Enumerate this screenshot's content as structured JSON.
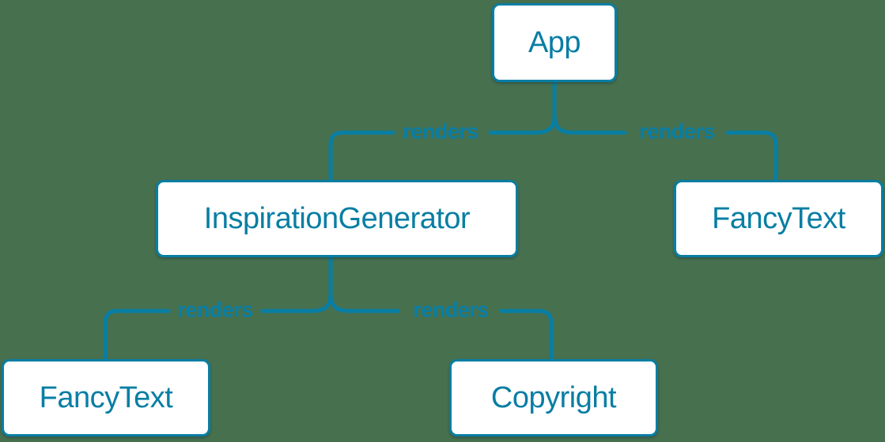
{
  "canvas": {
    "background_color": "#47704f",
    "accent_color": "#087ea4",
    "node_background_color": "#ffffff"
  },
  "diagram": {
    "type": "component-render-tree",
    "nodes": [
      {
        "id": "app",
        "label": "App"
      },
      {
        "id": "inspiration-generator",
        "label": "InspirationGenerator"
      },
      {
        "id": "fancy-text-right",
        "label": "FancyText"
      },
      {
        "id": "fancy-text-left",
        "label": "FancyText"
      },
      {
        "id": "copyright",
        "label": "Copyright"
      }
    ],
    "edges": [
      {
        "from": "App",
        "to": "InspirationGenerator",
        "label": "renders"
      },
      {
        "from": "App",
        "to": "FancyText",
        "label": "renders"
      },
      {
        "from": "InspirationGenerator",
        "to": "FancyText",
        "label": "renders"
      },
      {
        "from": "InspirationGenerator",
        "to": "Copyright",
        "label": "renders"
      }
    ]
  }
}
